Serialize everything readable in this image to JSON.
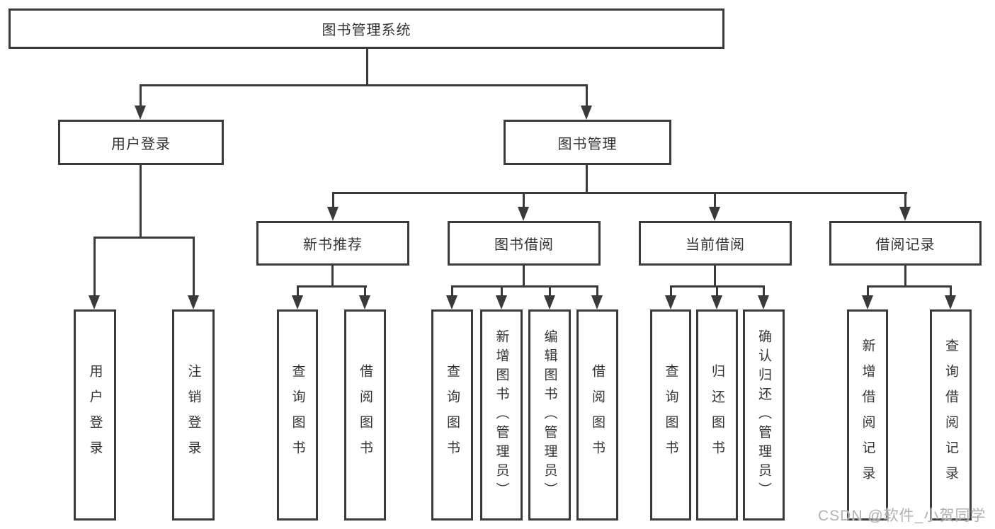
{
  "diagram": {
    "nodes": {
      "root": "图书管理系统",
      "user_login": "用户登录",
      "book_management": "图书管理",
      "new_book_recommendation": "新书推荐",
      "book_borrowing": "图书借阅",
      "current_borrowing": "当前借阅",
      "borrowing_records": "借阅记录",
      "leaf_user_login": "用户登录",
      "leaf_logout": "注销登录",
      "leaf_nbr_query_books": "查询图书",
      "leaf_nbr_borrow_books": "借阅图书",
      "leaf_bb_query_books": "查询图书",
      "leaf_bb_add_books_admin": "新增图书（管理员）",
      "leaf_bb_edit_books_admin": "编辑图书（管理员）",
      "leaf_bb_borrow_books": "借阅图书",
      "leaf_cb_query_books": "查询图书",
      "leaf_cb_return_books": "归还图书",
      "leaf_cb_confirm_return_admin": "确认归还（管理员）",
      "leaf_br_add_record": "新增借阅记录",
      "leaf_br_query_record": "查询借阅记录"
    },
    "colors": {
      "line": "#3a3a3a",
      "text": "#333333"
    }
  },
  "watermark": {
    "text": "CSDN @软件_小贺同学",
    "color": "#b0b0b0"
  }
}
